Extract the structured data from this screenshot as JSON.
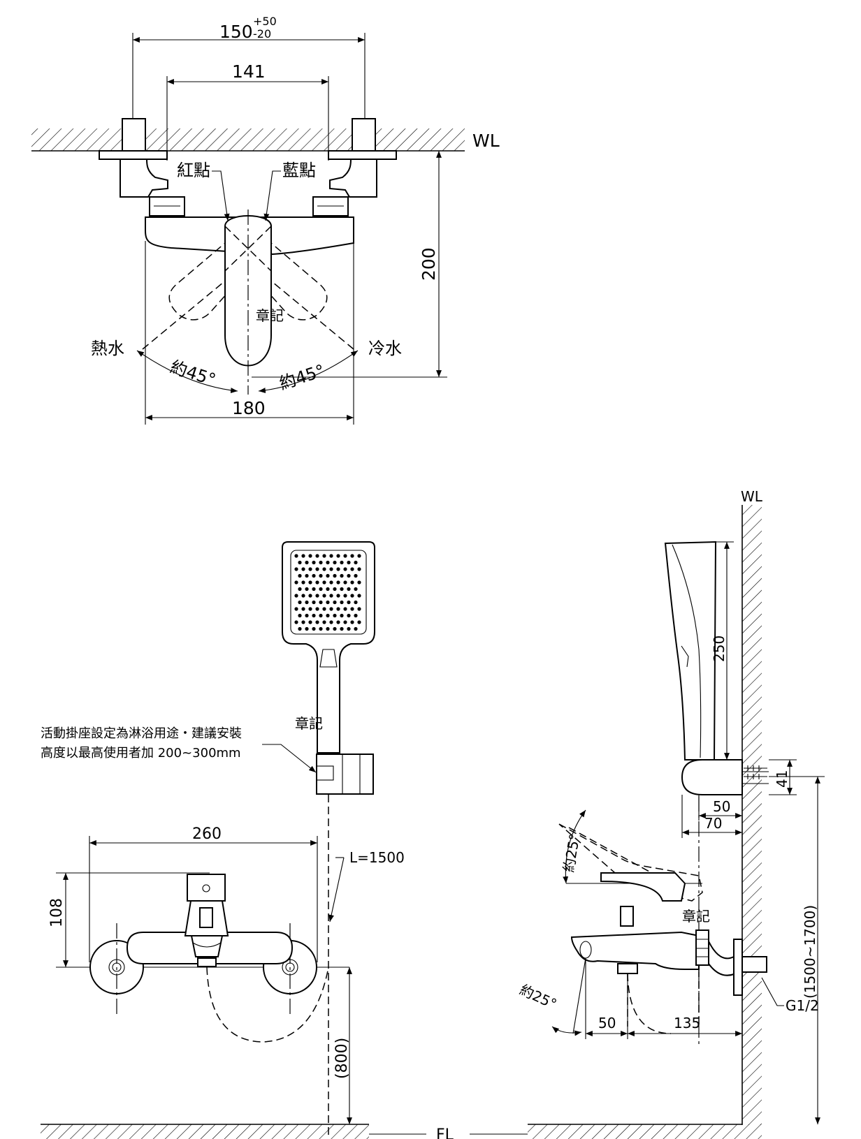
{
  "top_view": {
    "dim_150": "150",
    "dim_150_tol_plus": "+50",
    "dim_150_tol_minus": "-20",
    "dim_141": "141",
    "wall_label": "WL",
    "red_dot": "紅點",
    "blue_dot": "藍點",
    "logo_mark": "章記",
    "hot_water": "熱水",
    "cold_water": "冷水",
    "angle_left": "約45°",
    "angle_right": "約45°",
    "dim_180": "180",
    "dim_200": "200"
  },
  "front_view": {
    "note_line1": "活動掛座設定為淋浴用途・建議安裝",
    "note_line2": "高度以最高使用者加 200~300mm",
    "logo_mark": "章記",
    "dim_260": "260",
    "dim_108": "108",
    "hose_length": "L=1500",
    "dim_800": "(800)",
    "floor_label": "FL"
  },
  "side_view": {
    "wall_label": "WL",
    "dim_250": "250",
    "dim_41": "41",
    "dim_50_top": "50",
    "dim_70": "70",
    "angle_top": "約25°",
    "angle_bottom": "約25°",
    "logo_mark": "章記",
    "dim_height": "(1500~1700)",
    "dim_50_bottom": "50",
    "dim_135": "135",
    "thread": "G1/2"
  }
}
